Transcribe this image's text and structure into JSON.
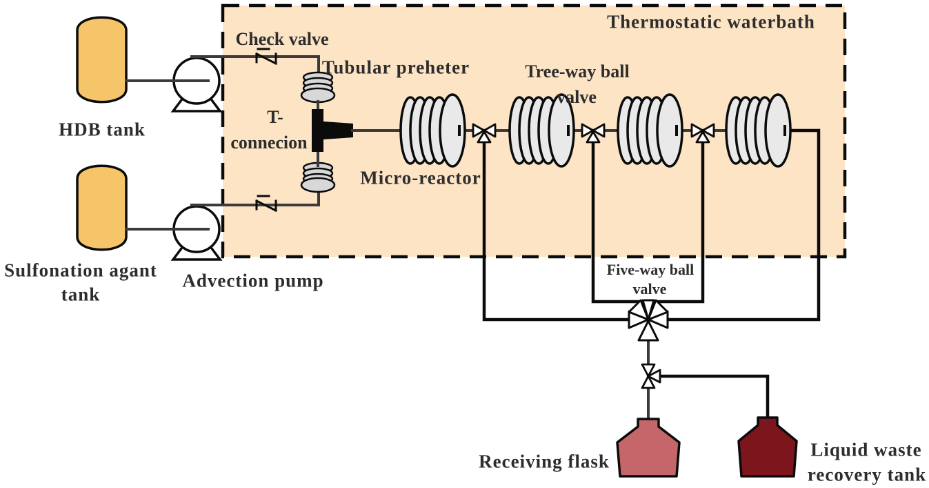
{
  "labels": {
    "hdb_tank": "HDB tank",
    "sulfonation_tank": [
      "Sulfonation agant",
      "tank"
    ],
    "advection_pump": "Advection pump",
    "check_valve": "Check valve",
    "tubular_preheater": "Tubular preheter",
    "t_connection": [
      "T-",
      "connecion"
    ],
    "micro_reactor": "Micro-reactor",
    "three_way_ball_valve": [
      "Tree-way ball",
      "valve"
    ],
    "thermostatic_waterbath": "Thermostatic  waterbath",
    "five_way_ball_valve": [
      "Five-way ball",
      "valve"
    ],
    "receiving_flask": "Receiving flask",
    "liquid_waste_tank": [
      "Liquid waste",
      "recovery tank"
    ]
  },
  "components": [
    "hdb-tank",
    "sulfonation-agent-tank",
    "advection-pump-1",
    "advection-pump-2",
    "check-valve-1",
    "check-valve-2",
    "tubular-preheater-top",
    "tubular-preheater-bottom",
    "t-connection",
    "micro-reactor-coil-1",
    "micro-reactor-coil-2",
    "micro-reactor-coil-3",
    "micro-reactor-coil-4",
    "three-way-ball-valve-1",
    "three-way-ball-valve-2",
    "three-way-ball-valve-3",
    "five-way-ball-valve",
    "drain-three-way-valve",
    "receiving-flask",
    "liquid-waste-recovery-tank",
    "thermostatic-waterbath"
  ],
  "colors": {
    "background": "#ffffff",
    "waterbath_fill": "#fce4c5",
    "outline": "#0b0b0b",
    "tank_orange": "#f6c469",
    "coil_gray": "#e9e9e9",
    "preheater_gray": "#d8d8d8",
    "flask_red": "#c5666a",
    "waste_red": "#7c151c",
    "pipe_gray": "#3b3b3b",
    "text": "#2d2d2d"
  }
}
